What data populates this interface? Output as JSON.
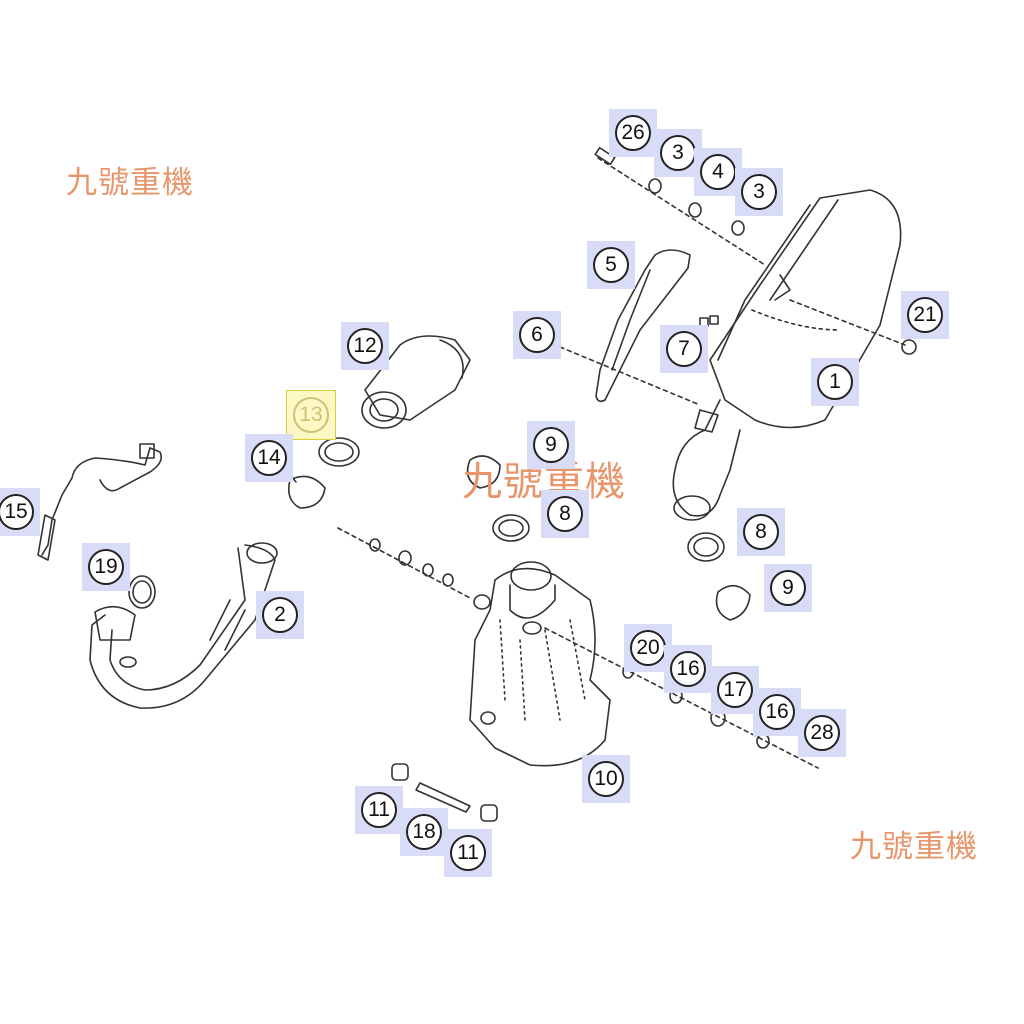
{
  "watermark": "九號重機",
  "callouts": [
    "26",
    "3",
    "4",
    "3",
    "5",
    "21",
    "6",
    "7",
    "12",
    "1",
    "13",
    "14",
    "9",
    "15",
    "8",
    "8",
    "19",
    "9",
    "2",
    "20",
    "16",
    "17",
    "16",
    "28",
    "10",
    "11",
    "18",
    "11"
  ],
  "colors": {
    "callout_bg": "#d8dcf7",
    "highlight_bg": "#fbf8c4",
    "watermark": "#e8956c",
    "line": "#333333"
  }
}
